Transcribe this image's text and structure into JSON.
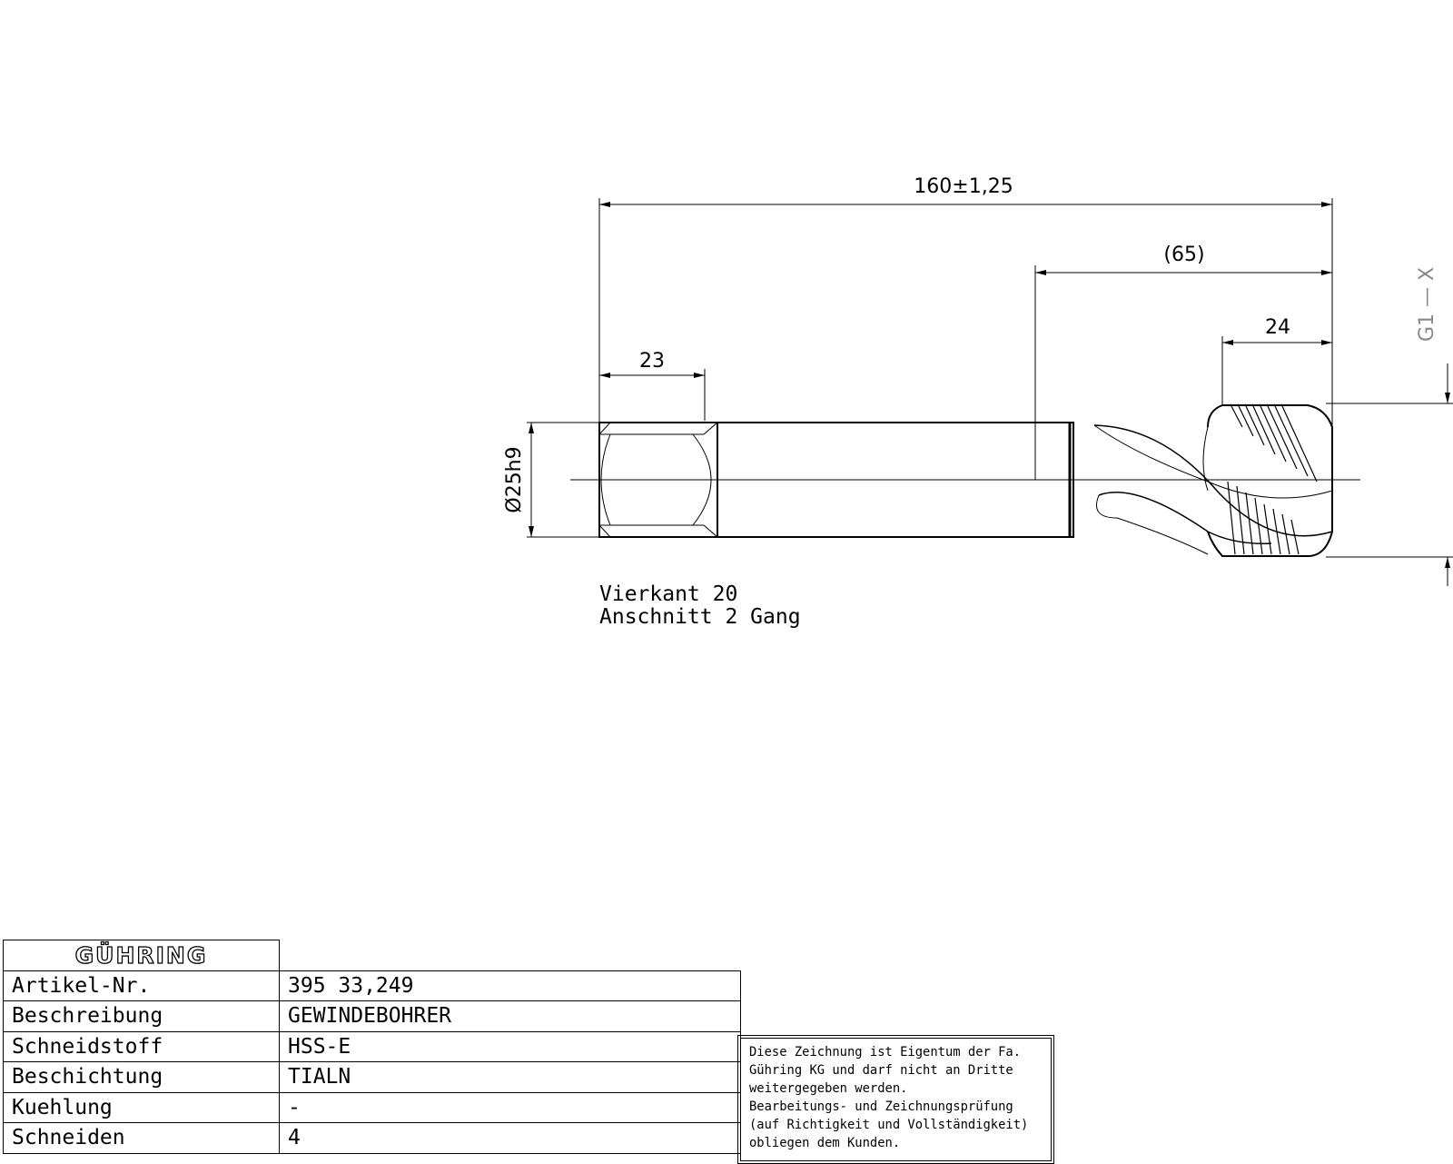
{
  "drawing": {
    "dim_total_length": "160±1,25",
    "dim_thread_length": "(65)",
    "dim_cut_length": "24",
    "dim_square_length": "23",
    "dim_shank_diameter": "Ø25h9",
    "thread_designation": "G1 — X",
    "note_line_1": "Vierkant 20",
    "note_line_2": "Anschnitt 2 Gang"
  },
  "title_block": {
    "logo": "GÜHRING",
    "rows": [
      {
        "label": "Artikel-Nr.",
        "value": "395 33,249"
      },
      {
        "label": "Beschreibung",
        "value": "GEWINDEBOHRER"
      },
      {
        "label": "Schneidstoff",
        "value": "HSS-E"
      },
      {
        "label": "Beschichtung",
        "value": "TIALN"
      },
      {
        "label": "Kuehlung",
        "value": "-"
      },
      {
        "label": "Schneiden",
        "value": "4"
      }
    ]
  },
  "notice": "Diese Zeichnung ist Eigentum der Fa.\nGühring KG und darf nicht an Dritte\nweitergegeben werden.\nBearbeitungs- und Zeichnungsprüfung\n(auf Richtigkeit und Vollständigkeit)\nobliegen dem Kunden."
}
